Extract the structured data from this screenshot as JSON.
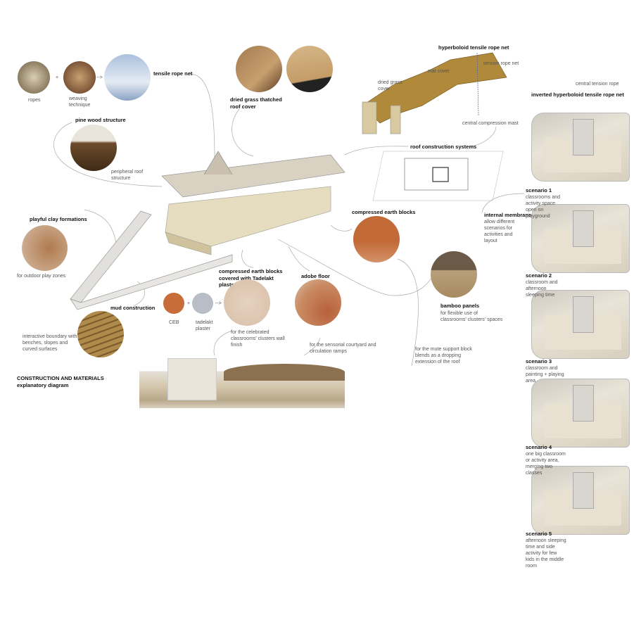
{
  "title": "CONSTRUCTION AND MATERIALS",
  "subtitle": "explanatory diagram",
  "tensile": {
    "ropes": "ropes",
    "plus": "+",
    "weaving": "weaving technique",
    "arrow": "-->",
    "label": "tensile rope net"
  },
  "grass": {
    "label": "dried grass thatched roof cover"
  },
  "pine": {
    "label": "pine wood structure",
    "caption": "peripheral roof structure"
  },
  "roof": {
    "hyperboloid": "hyperboloid tensile rope net",
    "mat": "mat cover",
    "tension": "tension rope net",
    "dried": "dried grass cover",
    "central_tension": "central tension rope",
    "inverted": "inverted hyperboloid tensile rope net",
    "mast": "central compression mast",
    "systems": "roof construction systems"
  },
  "clay": {
    "label": "playful clay formations",
    "caption": "for outdoor play zones"
  },
  "mud": {
    "label": "mud construction",
    "caption": "interactive boundary with benches, slopes and curved surfaces"
  },
  "tadelakt": {
    "label": "compressed earth blocks covered with Tadelakt plaster",
    "ceb": "CEB",
    "plus": "+",
    "plaster": "tadelakt plaster",
    "arrow": "-->",
    "caption": "for the celebrated classrooms' clusters wall finish"
  },
  "adobe": {
    "label": "adobe floor",
    "caption": "for the sensorial courtyard and circulation ramps"
  },
  "ceb": {
    "label": "compressed earth blocks"
  },
  "bamboo": {
    "label": "bamboo panels",
    "caption": "for flexible use of classrooms' clusters' spaces"
  },
  "membrane": {
    "label": "internal membrane",
    "caption": "allow different scenarios for activities and layout"
  },
  "mute": {
    "caption": "for the mute support block blends as a dropping extension of the roof"
  },
  "scenarios": [
    {
      "title": "scenario 1",
      "text": "classrooms and activity space open on playground"
    },
    {
      "title": "scenario 2",
      "text": "classroom and afternoon sleeping time"
    },
    {
      "title": "scenario 3",
      "text": "classroom and painting + playing area"
    },
    {
      "title": "scenario 4",
      "text": "one big classroom or activity area, merging two classes"
    },
    {
      "title": "scenario 5",
      "text": "afternoon sleeping time and side activity for few kids in the middle room"
    }
  ]
}
